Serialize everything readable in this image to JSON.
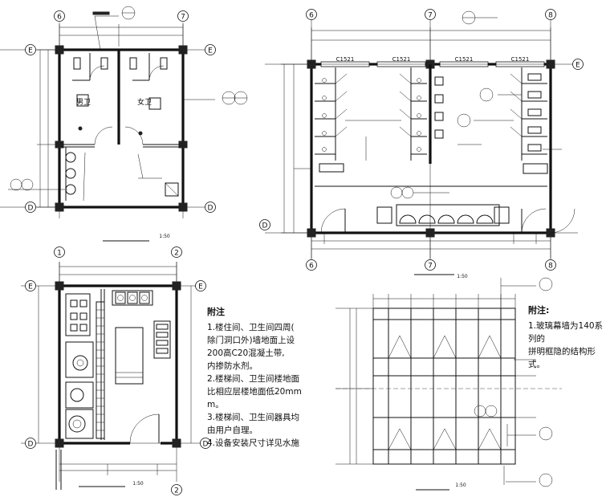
{
  "grid_labels": {
    "plan1": {
      "top": [
        "6",
        "7"
      ],
      "left": [
        "E",
        "D"
      ]
    },
    "plan2": {
      "top": [
        "6",
        "7",
        "8"
      ],
      "bottom": [
        "6",
        "7",
        "8"
      ],
      "left": [
        "E",
        "D"
      ]
    },
    "plan3": {
      "top": [
        "1",
        "2"
      ],
      "left": [
        "E",
        "D"
      ]
    }
  },
  "room_labels": {
    "male": "男卫",
    "female": "女卫"
  },
  "window_tags": [
    "C1521",
    "C1521",
    "C1521",
    "C1521"
  ],
  "scales": {
    "plan1": "1:50",
    "plan2": "1:50",
    "plan3": "1:50",
    "detail": "1:50"
  },
  "note_block_1": {
    "heading": "附注",
    "items": [
      "1.楼住间、卫生间四周(",
      "除门洞口外)墙地面上设",
      "200高C20混凝土带,",
      "内掺防水剂。",
      "2.楼梯间、卫生间楼地面",
      "比相应层楼地面低20mm",
      "m。",
      "3.楼梯间、卫生间器具均",
      "由用户自理。",
      "4.设备安装尺寸详见水施"
    ]
  },
  "note_block_2": {
    "heading": "附注:",
    "items": [
      "1.玻璃幕墙为140系列的",
      "拼明框隐的结构形式。"
    ]
  }
}
